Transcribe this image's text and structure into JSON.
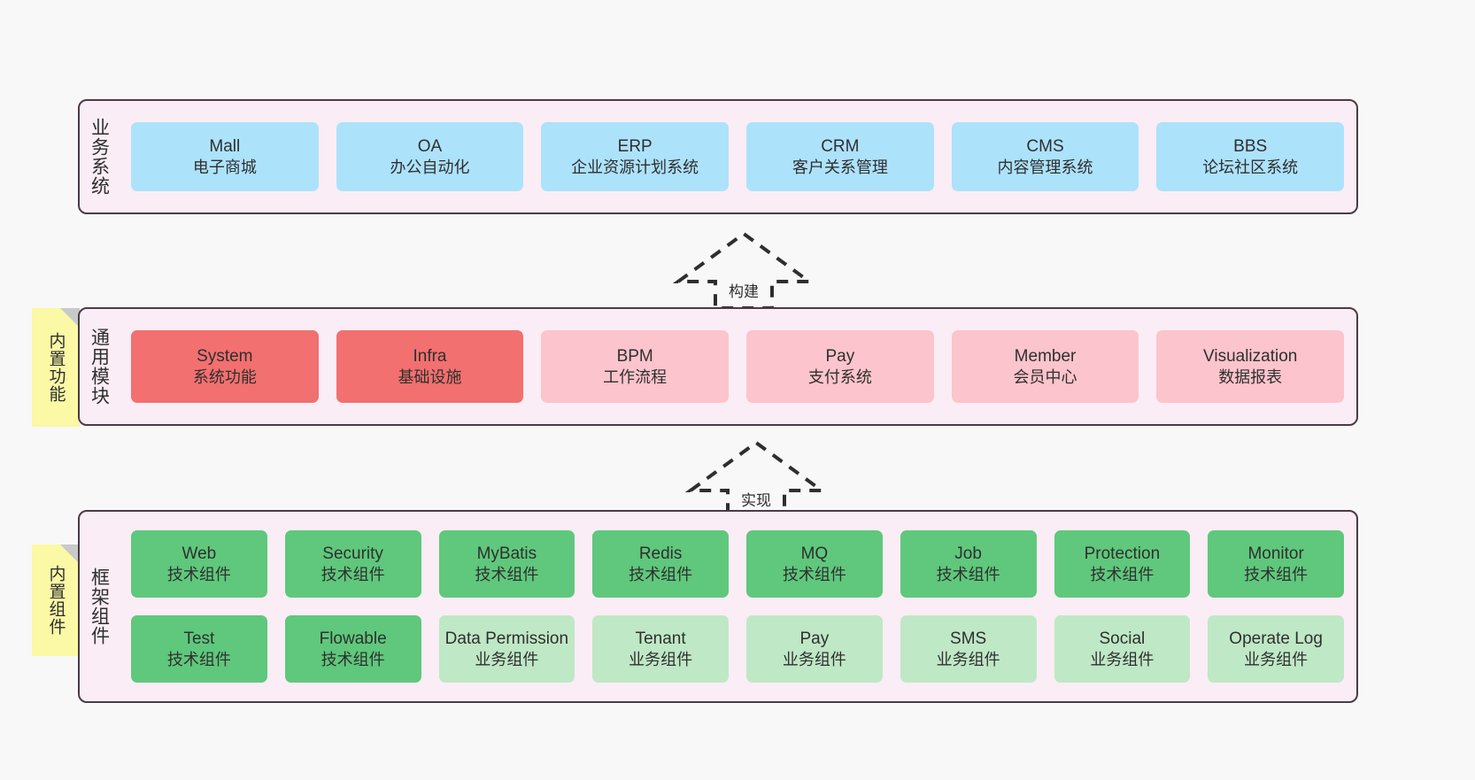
{
  "diagram": {
    "background": "#f8f8f8",
    "layer_fill": "#faedf5",
    "layer_border": "#4a3b46",
    "sticky_fill": "#fbf8a6"
  },
  "layers": [
    {
      "key": "business",
      "title": "业务系统",
      "rows": [
        {
          "cards": [
            {
              "name": "Mall",
              "desc": "电子商城",
              "color": "#ade2fb",
              "style": "c-blue"
            },
            {
              "name": "OA",
              "desc": "办公自动化",
              "color": "#ade2fb",
              "style": "c-blue"
            },
            {
              "name": "ERP",
              "desc": "企业资源计划系统",
              "color": "#ade2fb",
              "style": "c-blue"
            },
            {
              "name": "CRM",
              "desc": "客户关系管理",
              "color": "#ade2fb",
              "style": "c-blue"
            },
            {
              "name": "CMS",
              "desc": "内容管理系统",
              "color": "#ade2fb",
              "style": "c-blue"
            },
            {
              "name": "BBS",
              "desc": "论坛社区系统",
              "color": "#ade2fb",
              "style": "c-blue"
            }
          ]
        }
      ]
    },
    {
      "key": "modules",
      "title": "通用模块",
      "sticky": "内置功能",
      "rows": [
        {
          "cards": [
            {
              "name": "System",
              "desc": "系统功能",
              "color": "#f2706f",
              "style": "c-red"
            },
            {
              "name": "Infra",
              "desc": "基础设施",
              "color": "#f2706f",
              "style": "c-red"
            },
            {
              "name": "BPM",
              "desc": "工作流程",
              "color": "#fcc4cc",
              "style": "c-pink"
            },
            {
              "name": "Pay",
              "desc": "支付系统",
              "color": "#fcc4cc",
              "style": "c-pink"
            },
            {
              "name": "Member",
              "desc": "会员中心",
              "color": "#fcc4cc",
              "style": "c-pink"
            },
            {
              "name": "Visualization",
              "desc": "数据报表",
              "color": "#fcc4cc",
              "style": "c-pink"
            }
          ]
        }
      ]
    },
    {
      "key": "framework",
      "title": "框架组件",
      "sticky": "内置组件",
      "rows": [
        {
          "cards": [
            {
              "name": "Web",
              "desc": "技术组件",
              "color": "#5fc87c",
              "style": "c-green"
            },
            {
              "name": "Security",
              "desc": "技术组件",
              "color": "#5fc87c",
              "style": "c-green"
            },
            {
              "name": "MyBatis",
              "desc": "技术组件",
              "color": "#5fc87c",
              "style": "c-green"
            },
            {
              "name": "Redis",
              "desc": "技术组件",
              "color": "#5fc87c",
              "style": "c-green"
            },
            {
              "name": "MQ",
              "desc": "技术组件",
              "color": "#5fc87c",
              "style": "c-green"
            },
            {
              "name": "Job",
              "desc": "技术组件",
              "color": "#5fc87c",
              "style": "c-green"
            },
            {
              "name": "Protection",
              "desc": "技术组件",
              "color": "#5fc87c",
              "style": "c-green"
            },
            {
              "name": "Monitor",
              "desc": "技术组件",
              "color": "#5fc87c",
              "style": "c-green"
            }
          ]
        },
        {
          "cards": [
            {
              "name": "Test",
              "desc": "技术组件",
              "color": "#5fc87c",
              "style": "c-green"
            },
            {
              "name": "Flowable",
              "desc": "技术组件",
              "color": "#5fc87c",
              "style": "c-green"
            },
            {
              "name": "Data Permission",
              "desc": "业务组件",
              "color": "#bfe8c6",
              "style": "c-green-light"
            },
            {
              "name": "Tenant",
              "desc": "业务组件",
              "color": "#bfe8c6",
              "style": "c-green-light"
            },
            {
              "name": "Pay",
              "desc": "业务组件",
              "color": "#bfe8c6",
              "style": "c-green-light"
            },
            {
              "name": "SMS",
              "desc": "业务组件",
              "color": "#bfe8c6",
              "style": "c-green-light"
            },
            {
              "name": "Social",
              "desc": "业务组件",
              "color": "#bfe8c6",
              "style": "c-green-light"
            },
            {
              "name": "Operate Log",
              "desc": "业务组件",
              "color": "#bfe8c6",
              "style": "c-green-light"
            }
          ]
        }
      ]
    }
  ],
  "arrows": [
    {
      "key": "build",
      "label": "构建",
      "direction": "up"
    },
    {
      "key": "implement",
      "label": "实现",
      "direction": "up"
    }
  ]
}
